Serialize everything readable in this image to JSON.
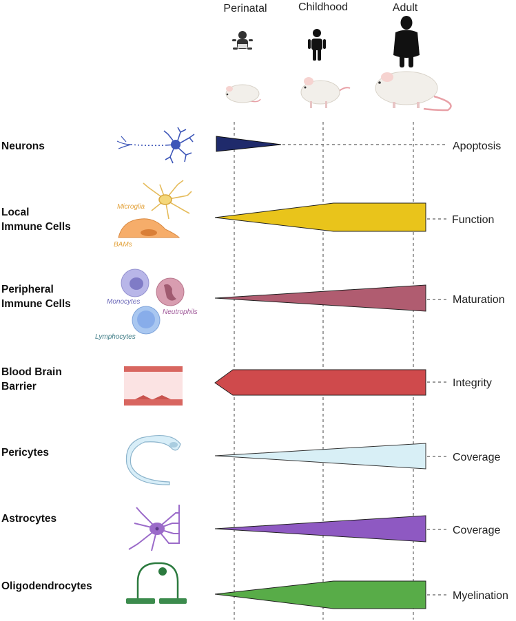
{
  "stages": [
    {
      "label": "Perinatal"
    },
    {
      "label": "Childhood"
    },
    {
      "label": "Adult"
    }
  ],
  "rows": [
    {
      "label_lines": [
        "Neurons"
      ],
      "outcome": "Apoptosis",
      "color": "#1f2a6b",
      "profile": [
        1,
        0
      ],
      "cells": []
    },
    {
      "label_lines": [
        "Local",
        "Immune Cells"
      ],
      "outcome": "Function",
      "color": "#e9c41b",
      "profile": [
        0,
        1,
        1
      ],
      "cells": [
        "Microglia",
        "BAMs"
      ]
    },
    {
      "label_lines": [
        "Peripheral",
        "Immune Cells"
      ],
      "outcome": "Maturation",
      "color": "#b05c70",
      "profile": [
        0,
        1
      ],
      "cells": [
        "Monocytes",
        "Neutrophils",
        "Lymphocytes"
      ]
    },
    {
      "label_lines": [
        "Blood Brain",
        "Barrier"
      ],
      "outcome": "Integrity",
      "color": "#cf4a4c",
      "profile": [
        0.5,
        1,
        1
      ],
      "cells": []
    },
    {
      "label_lines": [
        "Pericytes"
      ],
      "outcome": "Coverage",
      "color": "#d8eff6",
      "profile": [
        0,
        1
      ],
      "cells": []
    },
    {
      "label_lines": [
        "Astrocytes"
      ],
      "outcome": "Coverage",
      "color": "#8e59c2",
      "profile": [
        0,
        1
      ],
      "cells": []
    },
    {
      "label_lines": [
        "Oligodendrocytes"
      ],
      "outcome": "Myelination",
      "color": "#58ac48",
      "profile": [
        0,
        1,
        1
      ],
      "cells": []
    }
  ]
}
